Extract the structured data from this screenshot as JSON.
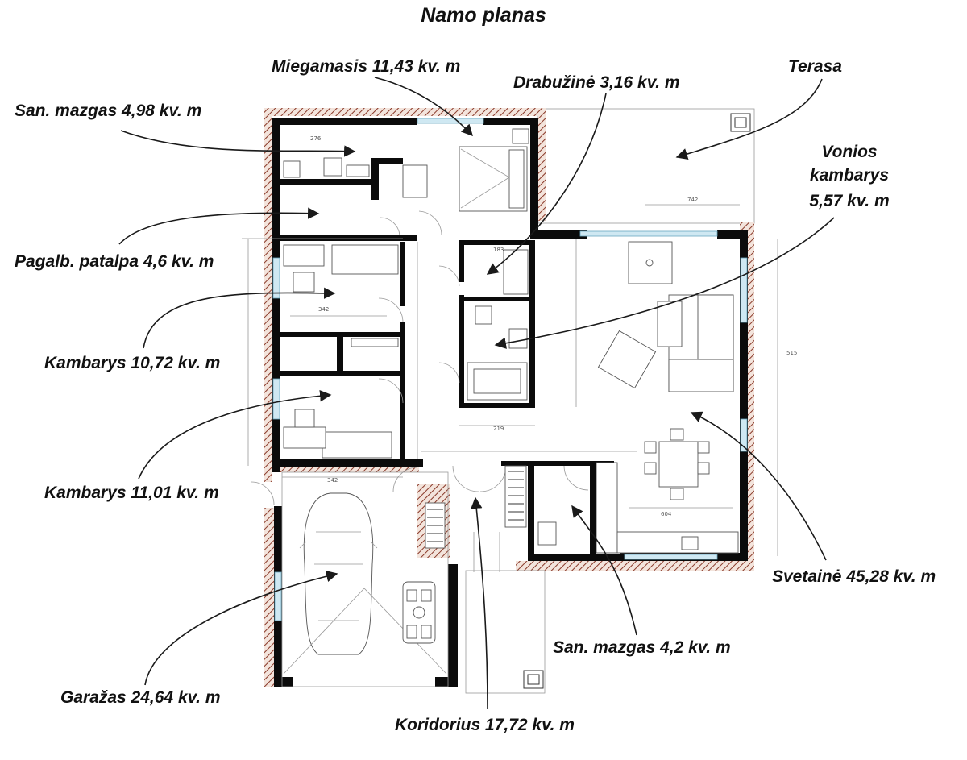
{
  "title": "Namo planas",
  "rooms": [
    {
      "id": "miegamasis",
      "label": "Miegamasis 11,43 kv. m"
    },
    {
      "id": "drabuzine",
      "label": "Drabužinė 3,16 kv. m"
    },
    {
      "id": "terasa",
      "label": "Terasa"
    },
    {
      "id": "san-mazgas-1",
      "label": "San. mazgas 4,98 kv. m"
    },
    {
      "id": "vonios-1",
      "label": "Vonios"
    },
    {
      "id": "vonios-2",
      "label": "kambarys"
    },
    {
      "id": "vonios-3",
      "label": "5,57 kv. m"
    },
    {
      "id": "pagalb",
      "label": "Pagalb. patalpa 4,6 kv. m"
    },
    {
      "id": "kambarys-1",
      "label": "Kambarys 10,72 kv. m"
    },
    {
      "id": "kambarys-2",
      "label": "Kambarys 11,01 kv. m"
    },
    {
      "id": "svetaine",
      "label": "Svetainė 45,28 kv. m"
    },
    {
      "id": "san-mazgas-2",
      "label": "San. mazgas 4,2 kv. m"
    },
    {
      "id": "garazas",
      "label": "Garažas 24,64 kv. m"
    },
    {
      "id": "koridorius",
      "label": "Koridorius 17,72 kv. m"
    }
  ],
  "colors": {
    "wall": "#0b0b0b",
    "glass": "#cfe8f2",
    "hatch": "#8a3a2a"
  }
}
